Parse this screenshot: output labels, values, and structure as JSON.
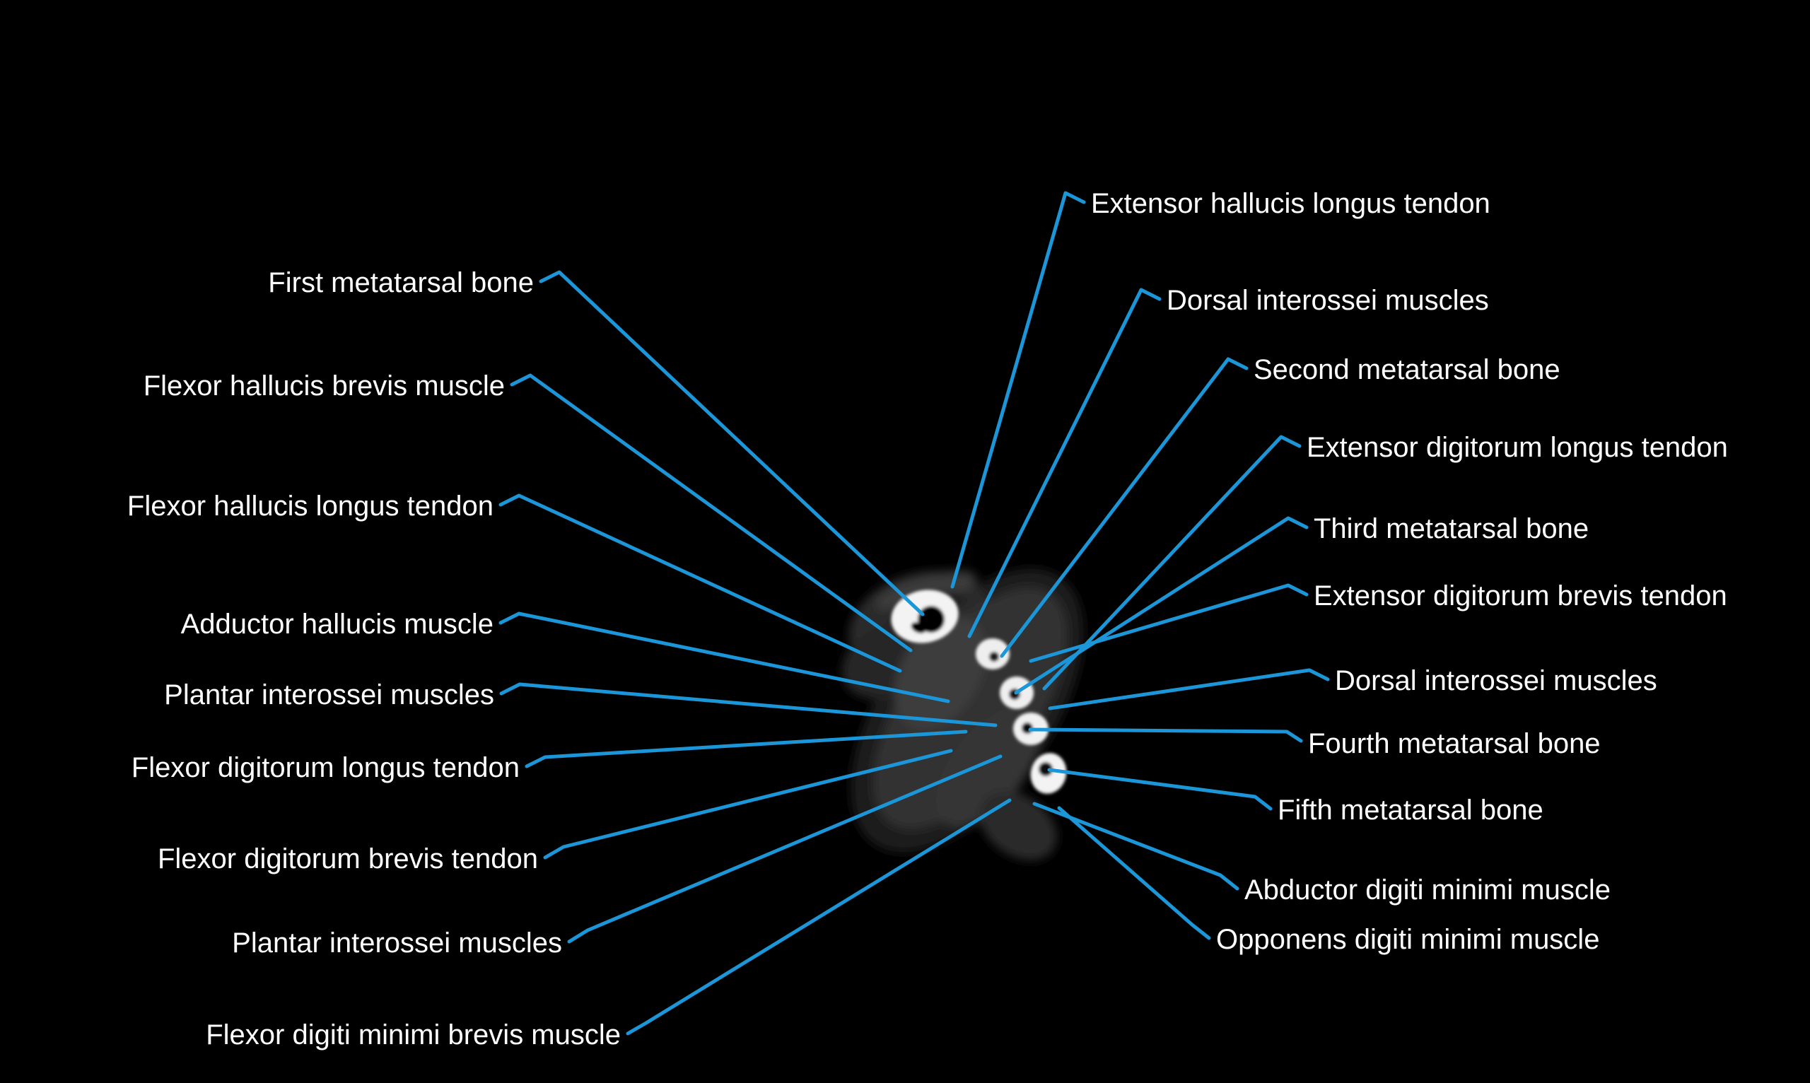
{
  "figure": {
    "description": "Axial CT scan cross-section of the forefoot at the level of the metatarsal bones, shown as five bright cortical bone rings in grayscale soft tissue, annotated with blue leader lines and white labels on a black background",
    "colors": {
      "background": "#000000",
      "leader_line": "#1b96d8",
      "label_text": "#ffffff",
      "bone_cortex": "#f2f2f2",
      "soft_tissue": "#333333"
    }
  },
  "labels_left": [
    {
      "text": "First metatarsal bone"
    },
    {
      "text": "Flexor hallucis brevis muscle"
    },
    {
      "text": "Flexor hallucis longus tendon"
    },
    {
      "text": "Adductor hallucis muscle"
    },
    {
      "text": "Plantar interossei muscles"
    },
    {
      "text": "Flexor digitorum longus tendon"
    },
    {
      "text": "Flexor digitorum brevis tendon"
    },
    {
      "text": "Plantar interossei muscles"
    },
    {
      "text": "Flexor digiti minimi brevis muscle"
    }
  ],
  "labels_right": [
    {
      "text": "Extensor hallucis longus tendon"
    },
    {
      "text": "Dorsal interossei muscles"
    },
    {
      "text": "Second metatarsal bone"
    },
    {
      "text": "Extensor digitorum longus tendon"
    },
    {
      "text": "Third metatarsal bone"
    },
    {
      "text": "Extensor digitorum brevis tendon"
    },
    {
      "text": "Dorsal interossei muscles"
    },
    {
      "text": "Fourth metatarsal bone"
    },
    {
      "text": "Fifth metatarsal bone"
    },
    {
      "text": "Abductor digiti minimi muscle"
    },
    {
      "text": "Opponens digiti minimi muscle"
    }
  ]
}
